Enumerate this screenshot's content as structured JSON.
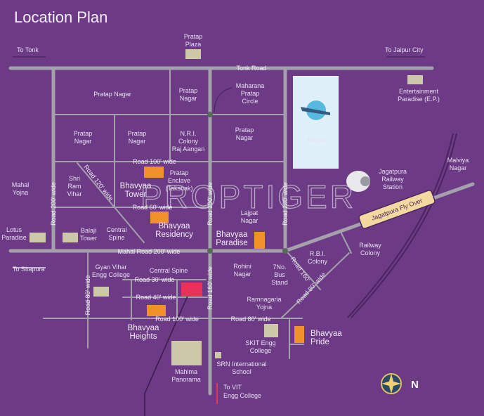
{
  "title": "Location Plan",
  "watermark": "PROPTIGER",
  "colors": {
    "background": "#6d3a86",
    "road": "#a4a0ac",
    "project": "#f0922a",
    "site": "#e8325a",
    "landmark": "#cdc8a8",
    "airport": "#dff0fa",
    "flyover": "#f3d9a0"
  },
  "directions": {
    "to_tonk": "To Tonk",
    "to_jaipur": "To Jaipur City",
    "to_sitapura": "To Sitapura",
    "to_vit_1": "To VIT",
    "to_vit_2": "Engg College"
  },
  "roads": {
    "tonk": "Tonk Road",
    "r100_top": "Road 100' wide",
    "r60": "Road 60' wide",
    "r120": "Road 120' wide",
    "r200_left": "Road 200' wide",
    "r200_mid": "Road 200' wide",
    "r200_right": "Road 200' wide",
    "mahal": "Mahal Road 200' wide",
    "r80_left": "Road 80' wide",
    "r30": "Road 30' wide",
    "r40": "Road 40' wide",
    "r100_bottom": "Road 100' wide",
    "r160": "Road 160' wide",
    "r80_right": "Road 80' wide",
    "r160_diag": "Road 160'",
    "r80_diag": "Road 80' wide",
    "flyover": "Jagatpura Fly Over"
  },
  "places": {
    "pratap_plaza": [
      "Pratap",
      "Plaza"
    ],
    "pratap_nagar_1": [
      "Pratap Nagar"
    ],
    "pratap_nagar_2": [
      "Pratap",
      "Nagar"
    ],
    "maharana": [
      "Maharana",
      "Pratap",
      "Circle"
    ],
    "entertainment": [
      "Entertainment",
      "Paradise (E.P.)"
    ],
    "pratap_nagar_3": [
      "Pratap",
      "Nagar"
    ],
    "pratap_nagar_4": [
      "Pratap",
      "Nagar"
    ],
    "nri": [
      "N.R.I.",
      "Colony"
    ],
    "nri_sub": "Raj Aangan",
    "pratap_nagar_5": [
      "Pratap",
      "Nagar"
    ],
    "airport": "Airport",
    "malviya": [
      "Malviya",
      "Nagar"
    ],
    "jagatpura_station": [
      "Jagatpura",
      "Railway",
      "Station"
    ],
    "mahal_yojna": [
      "Mahal",
      "Yojna"
    ],
    "shri_ram": [
      "Shri",
      "Ram",
      "Vihar"
    ],
    "pratap_enclave": [
      "Pratap",
      "Enclave",
      "(Takshak)"
    ],
    "lajpat": [
      "Lajpat",
      "Nagar"
    ],
    "lotus": [
      "Lotus",
      "Paradise"
    ],
    "balaji": [
      "Balaji",
      "Tower"
    ],
    "central_spine_1": [
      "Central",
      "Spine"
    ],
    "railway_colony": [
      "Railway",
      "Colony"
    ],
    "rbi": [
      "R.B.I.",
      "Colony"
    ],
    "gyan_vihar": [
      "Gyan Vihar",
      "Engg College"
    ],
    "central_spine_2": "Central Spine",
    "rohini": [
      "Rohini",
      "Nagar"
    ],
    "bus_stand": [
      "7No.",
      "Bus",
      "Stand"
    ],
    "ramnagaria": [
      "Ramnagaria",
      "Yojna"
    ],
    "skit": [
      "SKIT Engg",
      "College"
    ],
    "mahima": [
      "Mahima",
      "Panorama"
    ],
    "srn": [
      "SRN International",
      "School"
    ]
  },
  "projects": {
    "tower": [
      "Bhavyaa",
      "Tower"
    ],
    "residency": [
      "Bhavyaa",
      "Residency"
    ],
    "paradise": [
      "Bhavyaa",
      "Paradise"
    ],
    "heights": [
      "Bhavyaa",
      "Heights"
    ],
    "pride": [
      "Bhavyaa",
      "Pride"
    ]
  },
  "compass": {
    "north": "N"
  }
}
